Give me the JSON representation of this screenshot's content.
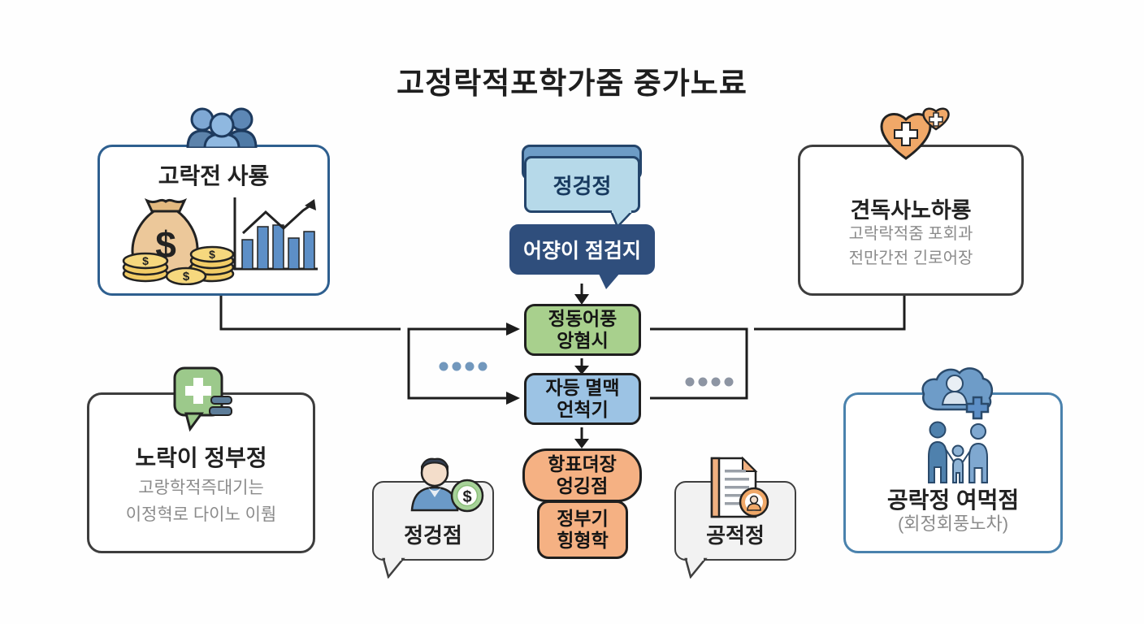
{
  "title": "고정락적포학가줌 중가노료",
  "flow": {
    "memo_bubble": "정겅정",
    "checkpoint_bubble": "어쟝이 점검지",
    "step_green": {
      "line1": "정동어풍",
      "line2": "앙혐시"
    },
    "step_blue": {
      "line1": "자등 멸맥",
      "line2": "언척기"
    },
    "step_orange_top": {
      "line1": "항표뎌장",
      "line2": "엉깅점"
    },
    "step_orange_bottom": {
      "line1": "정부기",
      "line2": "힝형학"
    }
  },
  "info_boxes": {
    "top_left": {
      "title": "고락전 사룡"
    },
    "top_right": {
      "title": "견독사노하룡",
      "desc1": "고락락적줌 포회과",
      "desc2": "전만간전 긴로어장"
    },
    "mid_left": {
      "title": "노락이 정부정",
      "desc1": "고랑학적즉대기는",
      "desc2": "이정혁로 다이노 이뤔"
    },
    "bottom_right": {
      "title": "공락정 여먹점",
      "desc1": "(회정회풍노차)"
    }
  },
  "callouts": {
    "consultant": "정겅점",
    "certificate": "공적정"
  },
  "icons": {
    "dollar_sign": "$",
    "top_left": "people-icon, money-bag-icon, coins-icon, bar-chart-icon",
    "top_right": "heart-cross-icon",
    "mid_left": "medical-chat-icon",
    "bottom_right": "cloud-care-icon, family-icon",
    "callout_left": "person-coin-icon",
    "callout_right": "document-seal-icon"
  },
  "colors": {
    "step_green": "#a8d08d",
    "step_blue": "#9cc3e4",
    "step_orange": "#f5b183",
    "bubble_navy": "#2f4e7c",
    "bubble_light": "#b6d9e9",
    "band_blue": "#6d9cc6",
    "border_navy": "#24456b",
    "box_border_blue": "#2e5f8f",
    "box_border_gray": "#3d3d3d",
    "box_border_steel": "#4a82ad",
    "dots_left": "#7298bd",
    "dots_right": "#8d95a3",
    "connector": "#1c1c1c"
  }
}
